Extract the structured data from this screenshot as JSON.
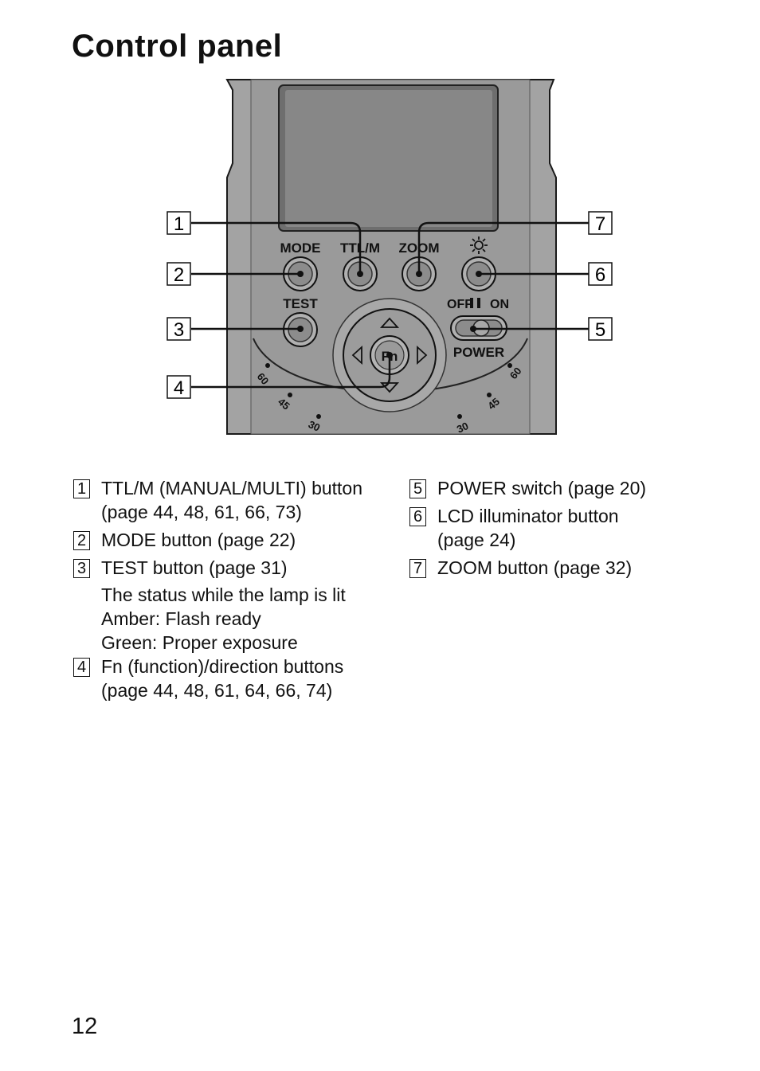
{
  "title": "Control panel",
  "figure": {
    "button_labels": {
      "mode": "MODE",
      "ttlm": "TTL/M",
      "zoom": "ZOOM",
      "test": "TEST",
      "fn": "Fn",
      "off": "OFF",
      "on": "ON",
      "power": "POWER"
    },
    "scale_marks": {
      "left": [
        "60",
        "45",
        "30"
      ],
      "right": [
        "60",
        "45",
        "30"
      ]
    },
    "callouts": [
      "1",
      "2",
      "3",
      "4",
      "5",
      "6",
      "7"
    ],
    "colors": {
      "body": "#9a9a9a",
      "lcd": "#858585",
      "outline": "#1a1a1a",
      "button": "#8c8c8c"
    }
  },
  "legend_left": [
    {
      "num": "1",
      "text": "TTL/M (MANUAL/MULTI) button (page 44, 48, 61, 66, 73)"
    },
    {
      "num": "2",
      "text": "MODE button (page 22)"
    },
    {
      "num": "3",
      "text": "TEST button (page 31)",
      "sub_heading": "The status while the lamp is lit",
      "sub": [
        {
          "key": "Amber:",
          "value": "Flash ready"
        },
        {
          "key": "Green:",
          "value": "Proper exposure"
        }
      ]
    },
    {
      "num": "4",
      "text": "Fn (function)/direction buttons (page 44, 48, 61, 64, 66, 74)"
    }
  ],
  "legend_right": [
    {
      "num": "5",
      "text": "POWER switch (page 20)"
    },
    {
      "num": "6",
      "text": "LCD illuminator button (page 24)"
    },
    {
      "num": "7",
      "text": "ZOOM button (page 32)"
    }
  ],
  "page_number": "12"
}
